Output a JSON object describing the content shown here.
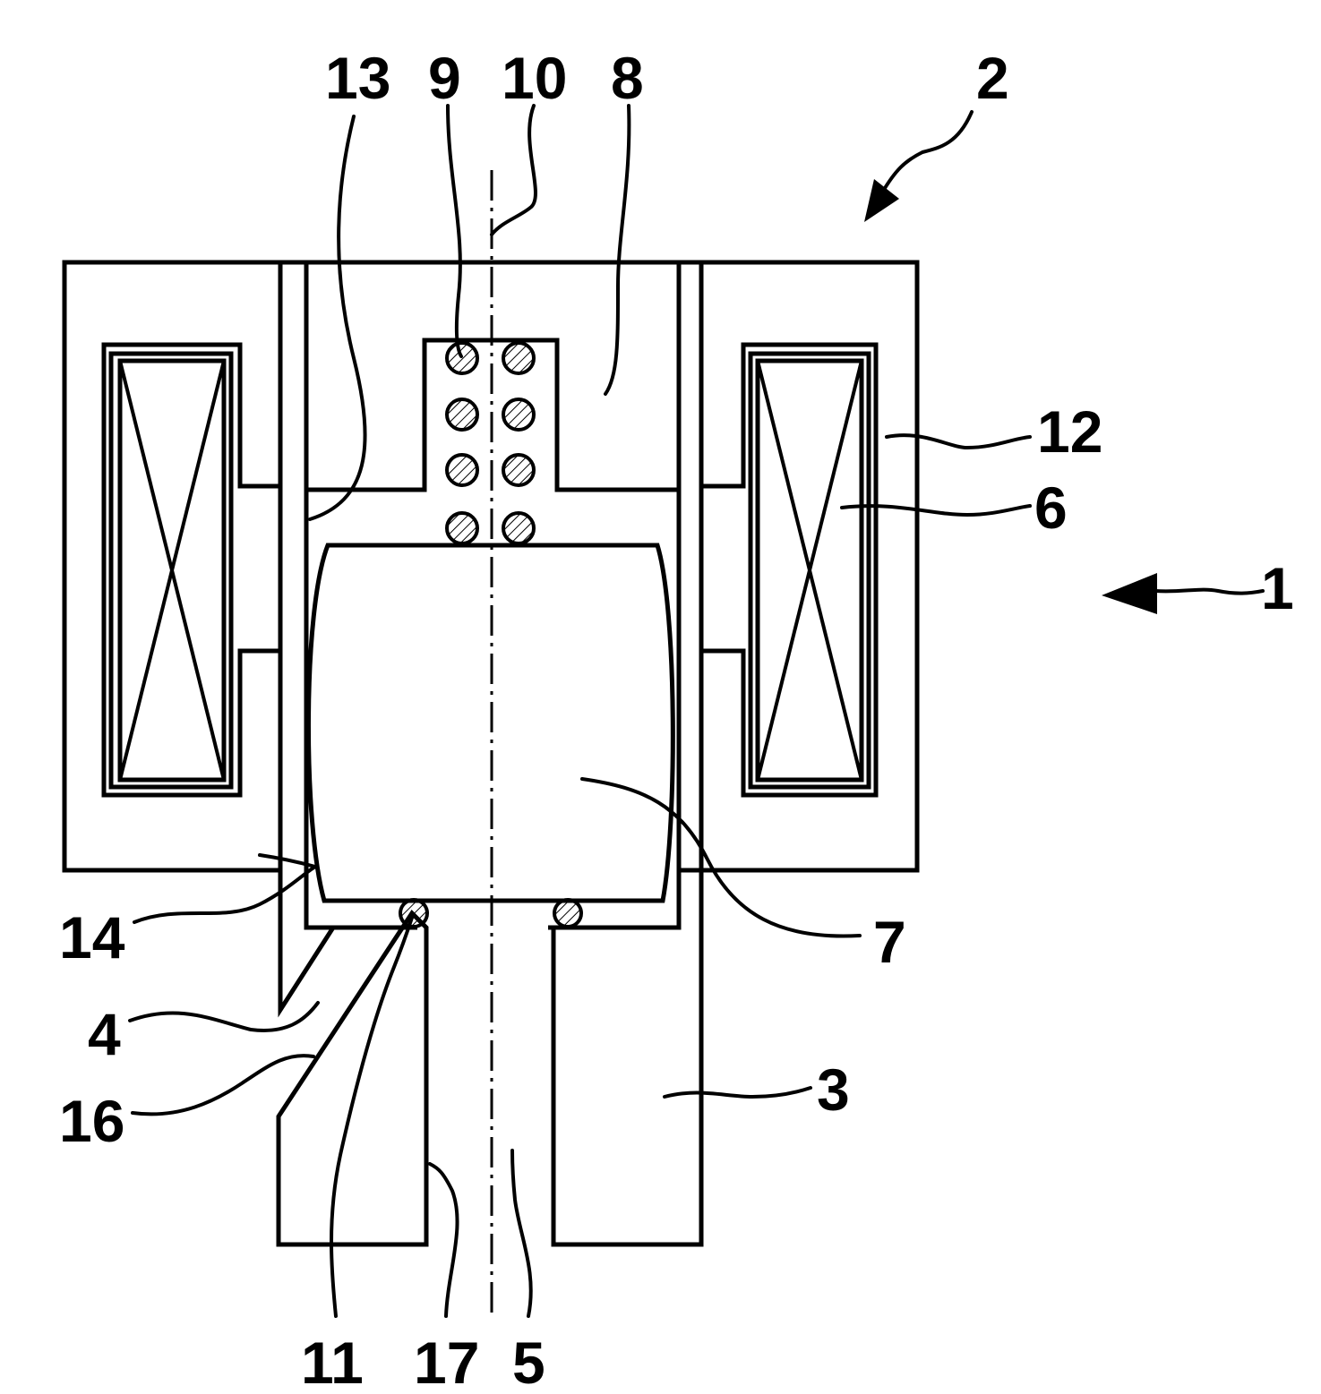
{
  "figure": {
    "labels": [
      {
        "id": "1",
        "text": "1"
      },
      {
        "id": "2",
        "text": "2"
      },
      {
        "id": "3",
        "text": "3"
      },
      {
        "id": "4",
        "text": "4"
      },
      {
        "id": "5",
        "text": "5"
      },
      {
        "id": "6",
        "text": "6"
      },
      {
        "id": "7",
        "text": "7"
      },
      {
        "id": "8",
        "text": "8"
      },
      {
        "id": "9",
        "text": "9"
      },
      {
        "id": "10",
        "text": "10"
      },
      {
        "id": "11",
        "text": "11"
      },
      {
        "id": "12",
        "text": "12"
      },
      {
        "id": "13",
        "text": "13"
      },
      {
        "id": "14",
        "text": "14"
      },
      {
        "id": "16",
        "text": "16"
      },
      {
        "id": "17",
        "text": "17"
      }
    ]
  }
}
